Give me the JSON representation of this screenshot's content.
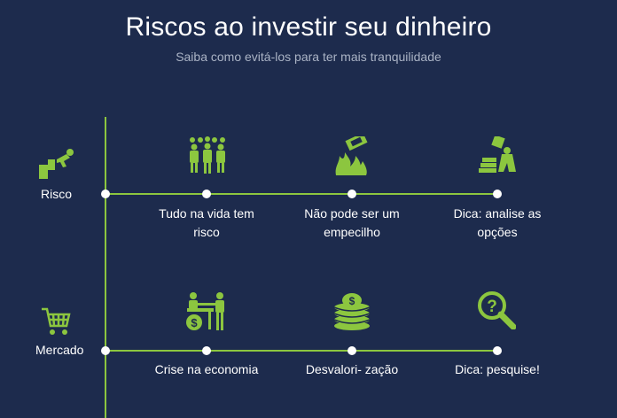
{
  "header": {
    "title": "Riscos ao investir seu dinheiro",
    "subtitle": "Saiba como evitá-los para ter mais tranquilidade"
  },
  "rows": [
    {
      "label": "Risco",
      "icon": "stairs-jump-icon",
      "items": [
        {
          "caption": "Tudo na vida tem risco",
          "icon": "group-people-icon"
        },
        {
          "caption": "Não pode ser um empecilho",
          "icon": "burning-money-icon"
        },
        {
          "caption": "Dica: analise as opções",
          "icon": "person-stacks-icon"
        }
      ]
    },
    {
      "label": "Mercado",
      "icon": "shopping-cart-icon",
      "items": [
        {
          "caption": "Crise na economia",
          "icon": "negotiation-money-icon"
        },
        {
          "caption": "Desvalori- zação",
          "icon": "coin-stack-icon"
        },
        {
          "caption": "Dica: pesquise!",
          "icon": "magnifier-question-icon"
        }
      ]
    }
  ],
  "colors": {
    "background": "#1d2b4d",
    "accent": "#8cc63f",
    "text": "#ffffff"
  }
}
